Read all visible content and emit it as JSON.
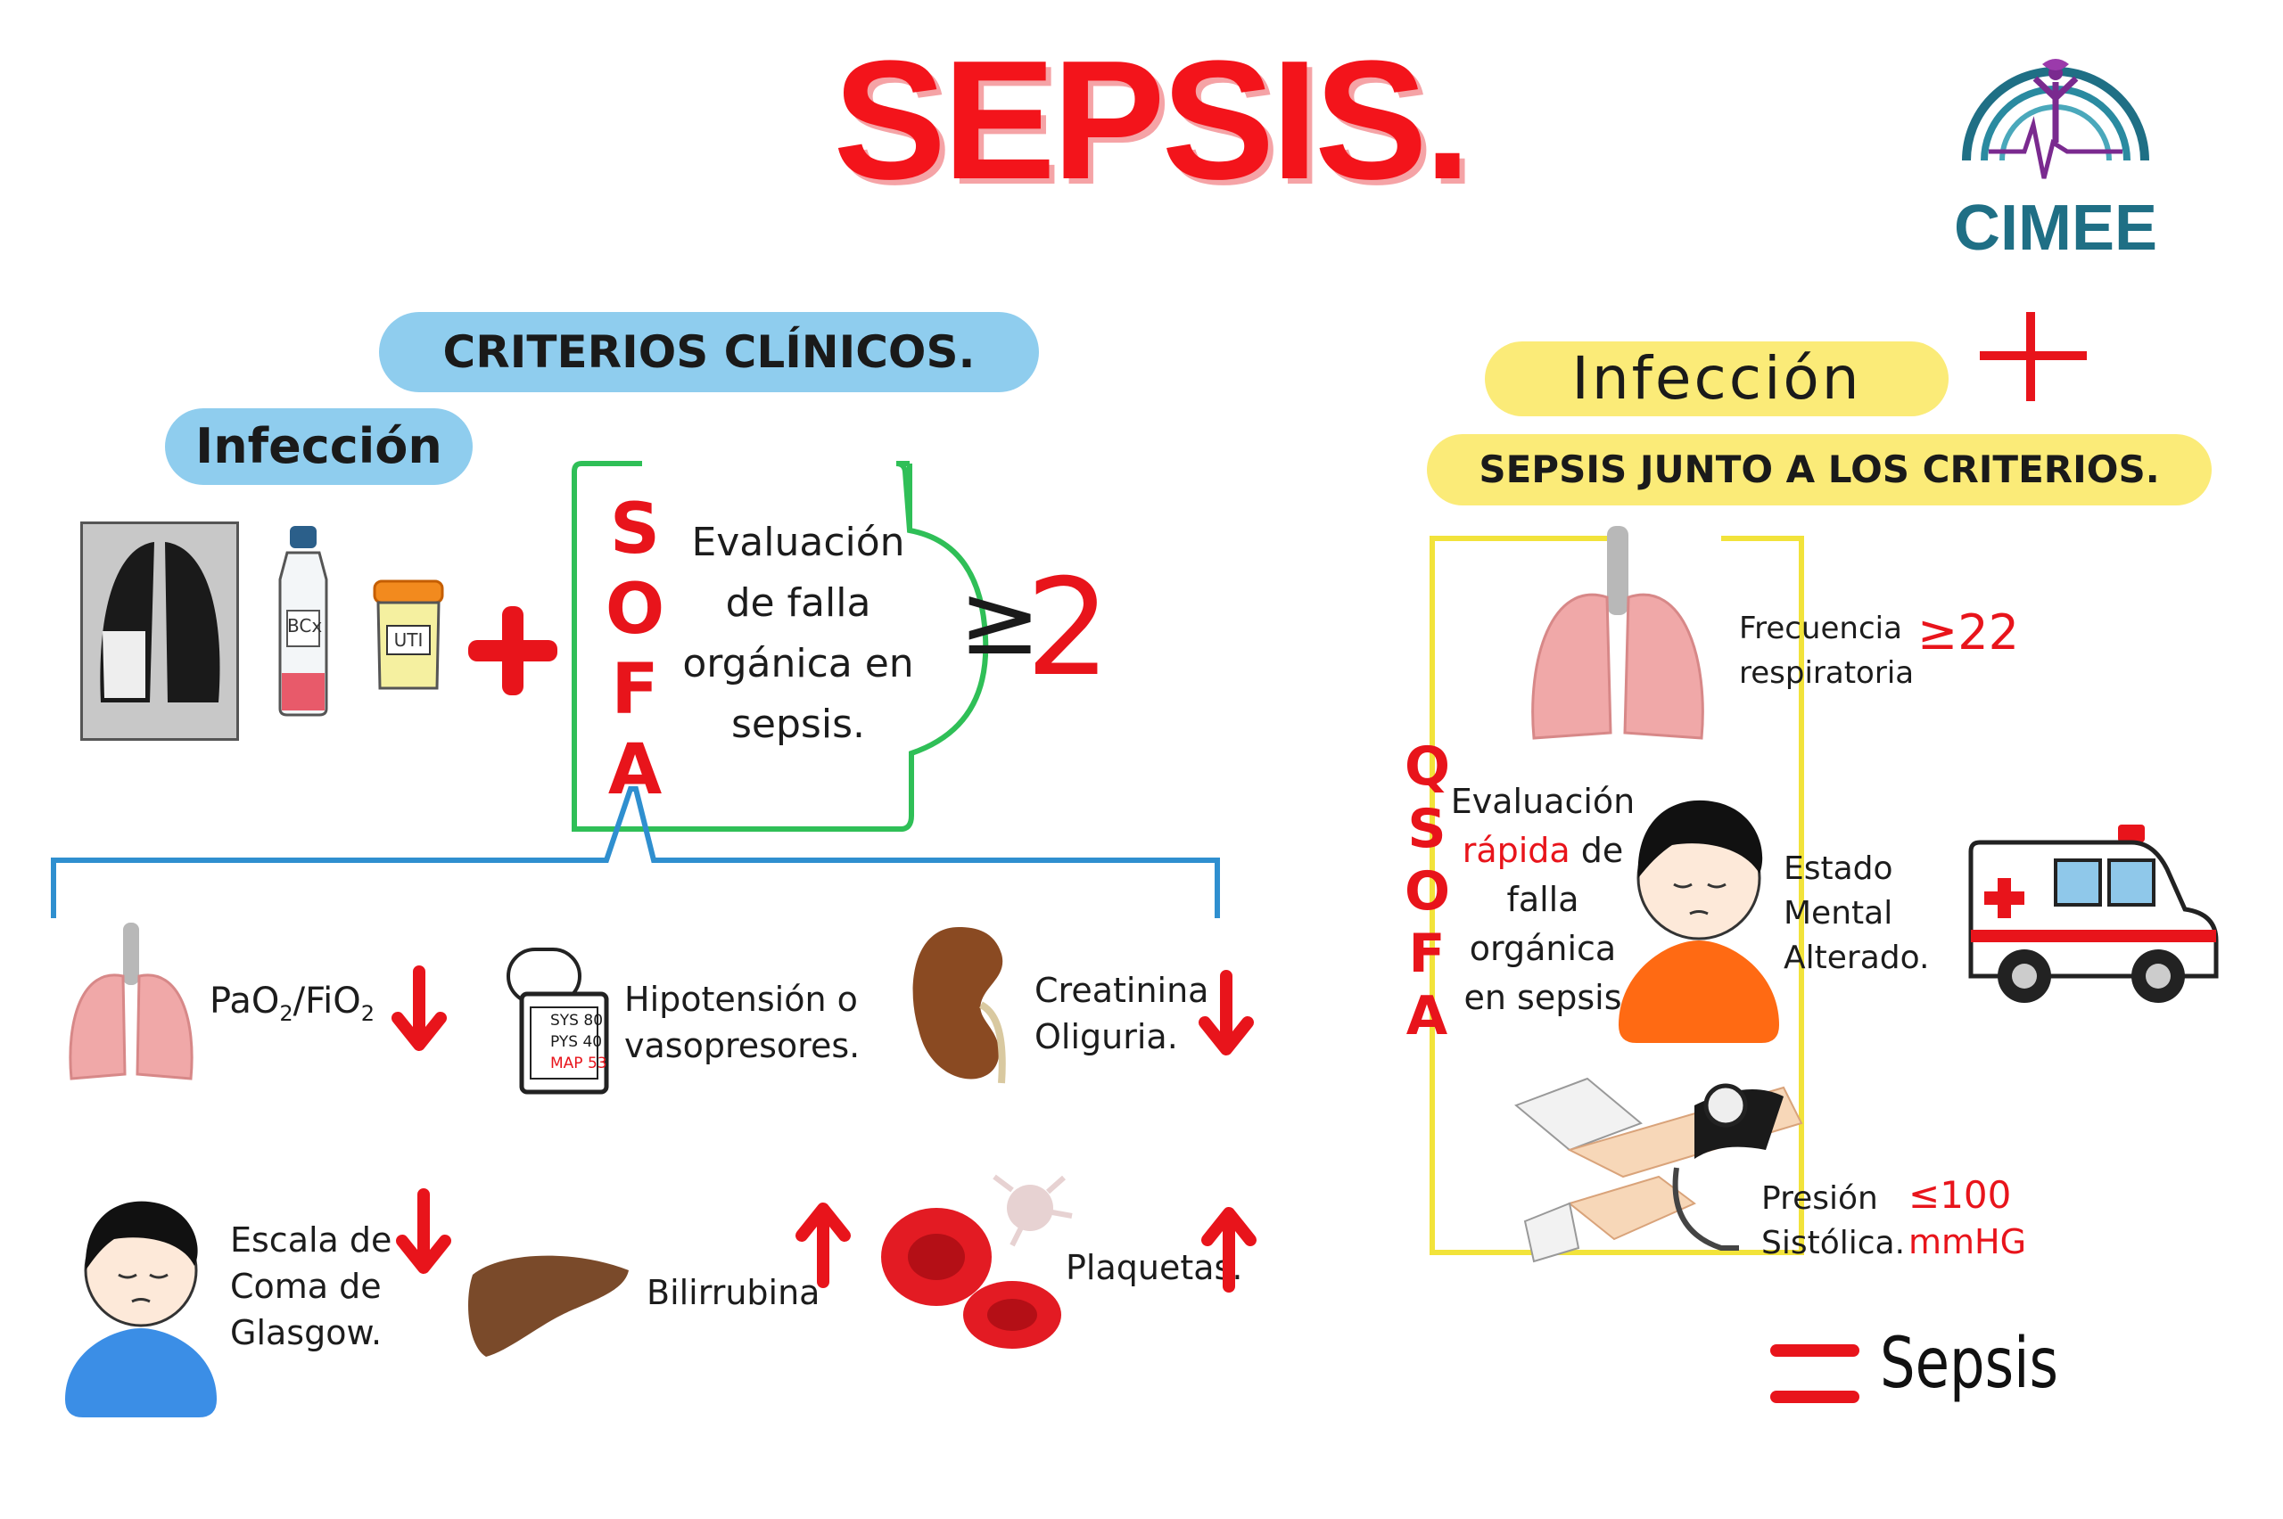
{
  "title": "SEPSIS.",
  "logo_text": "CIMEE",
  "left": {
    "criteria_header": "CRITERIOS CLÍNICOS.",
    "infection_label": "Infección",
    "bottle_label": "BCx",
    "cup_label": "UTI",
    "sofa_letters": [
      "S",
      "O",
      "F",
      "A"
    ],
    "sofa_description": [
      "Evaluación",
      "de falla",
      "orgánica en",
      "sepsis."
    ],
    "threshold_symbol": "≥",
    "threshold_value": "2",
    "monitor": {
      "row1_label": "SYS",
      "row1_value": "80",
      "row2_label": "PYS",
      "row2_value": "40",
      "row3_label": "MAP",
      "row3_value": "53"
    },
    "items": [
      {
        "label_parts": [
          "PaO",
          "2",
          "/FiO",
          "2"
        ],
        "direction": "down"
      },
      {
        "lines": [
          "Hipotensión o",
          "vasopresores."
        ],
        "direction": "none"
      },
      {
        "lines": [
          "Creatinina",
          "Oliguria."
        ],
        "direction": "down"
      },
      {
        "lines": [
          "Escala de",
          "Coma de",
          "Glasgow."
        ],
        "direction": "down"
      },
      {
        "lines": [
          "Bilirrubina"
        ],
        "direction": "up"
      },
      {
        "lines": [
          "Plaquetas."
        ],
        "direction": "up"
      }
    ]
  },
  "right": {
    "infection_label": "Infección",
    "subheader": "SEPSIS  JUNTO A LOS CRITERIOS.",
    "qsofa_letters": [
      "Q",
      "S",
      "O",
      "F",
      "A"
    ],
    "qsofa_desc": {
      "line1": "Evaluación",
      "line2_red": "rápida",
      "line2_rest": " de",
      "line3": "falla",
      "line4": "orgánica",
      "line5": "en sepsis"
    },
    "resp_lines": [
      "Frecuencia",
      "respiratoria"
    ],
    "resp_value": "≥22",
    "mental_lines": [
      "Estado",
      "Mental",
      "Alterado."
    ],
    "pressure_lines": [
      "Presión",
      "Sistólica."
    ],
    "pressure_value": "≤100",
    "pressure_unit": "mmHG",
    "result": "Sepsis"
  },
  "colors": {
    "red": "#e8141b",
    "blue": "#2f8fcf",
    "green": "#2fbf57",
    "yellow": "#f2e33a",
    "teal": "#1f6f85",
    "purple": "#7a2a8f"
  }
}
